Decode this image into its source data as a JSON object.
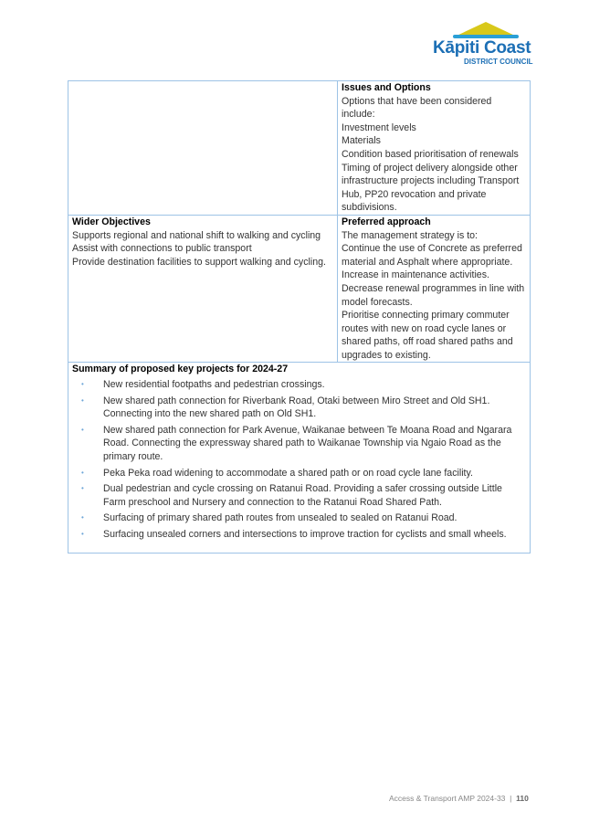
{
  "logo": {
    "name": "Kāpiti Coast",
    "subtitle": "DISTRICT COUNCIL"
  },
  "issues": {
    "heading": "Issues and Options",
    "lines": [
      "Options that have been considered include:",
      "Investment levels",
      "Materials",
      "Condition based prioritisation of renewals",
      "Timing of project delivery alongside other infrastructure projects including Transport Hub, PP20 revocation and private subdivisions."
    ]
  },
  "wider": {
    "heading": "Wider Objectives",
    "lines": [
      "Supports regional and national shift to walking and cycling",
      "Assist with connections to public transport",
      "Provide destination facilities to support walking and cycling."
    ]
  },
  "preferred": {
    "heading": "Preferred approach",
    "lines": [
      "The management strategy is to:",
      "Continue the use of Concrete as preferred material and Asphalt where appropriate.",
      "Increase in maintenance activities.",
      "Decrease renewal programmes in line with model forecasts.",
      "Prioritise connecting primary commuter routes with new on road cycle lanes or shared paths, off road shared paths and upgrades to existing."
    ]
  },
  "summary": {
    "heading": "Summary of proposed key projects for 2024-27",
    "items": [
      "New residential footpaths and pedestrian crossings.",
      "New shared path connection for Riverbank Road, Otaki between Miro Street and Old SH1. Connecting into the new shared path on Old SH1.",
      "New shared path connection for Park Avenue, Waikanae between Te Moana Road and Ngarara Road. Connecting the expressway shared path to Waikanae Township via Ngaio Road as the primary route.",
      "Peka Peka road widening to accommodate a shared path or on road cycle lane facility.",
      "Dual pedestrian and cycle crossing on Ratanui Road. Providing a safer crossing outside Little Farm preschool and Nursery and connection to the Ratanui Road Shared Path.",
      "Surfacing of primary shared path routes from unsealed to sealed on Ratanui Road.",
      "Surfacing unsealed corners and intersections to improve traction for cyclists and small wheels."
    ]
  },
  "footer": {
    "title": "Access & Transport AMP 2024-33",
    "separator": "|",
    "page": "110"
  }
}
